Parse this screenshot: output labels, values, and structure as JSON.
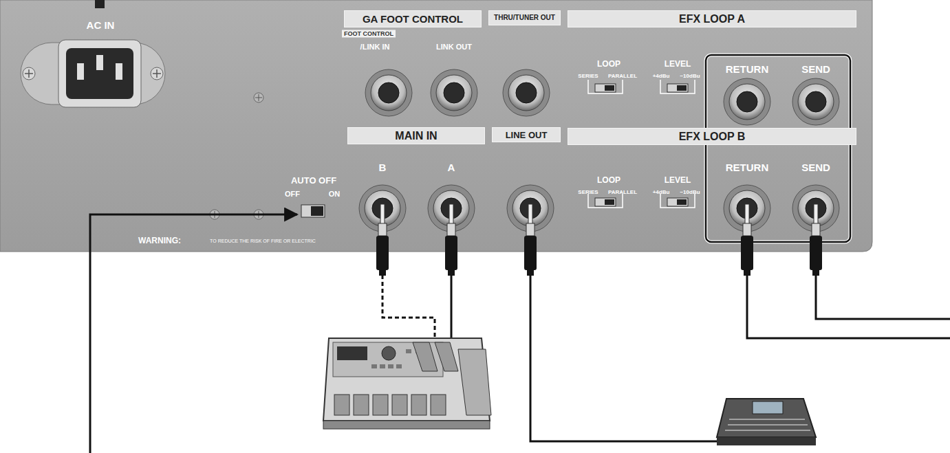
{
  "diagram": {
    "nodes": [
      {
        "text": [
          "GA FOOT CONTROL",
          "FOOT CONTROL",
          "/LINK IN",
          "LINK OUT"
        ]
      },
      {
        "text": [
          "THRU/TUNER OUT"
        ]
      },
      {
        "text": [
          "EFX LOOP A",
          "LOOP",
          "SERIES",
          "PARALLEL",
          "LEVEL",
          "+4dBu",
          "−10dBu",
          "RETURN",
          "SEND"
        ]
      },
      {
        "text": [
          "MAIN IN",
          "B",
          "A"
        ]
      },
      {
        "text": [
          "LINE OUT"
        ]
      },
      {
        "text": [
          "EFX LOOP B",
          "LOOP",
          "SERIES",
          "PARALLEL",
          "LEVEL",
          "+4dBu",
          "−10dBu",
          "RETURN",
          "SEND"
        ]
      }
    ],
    "labels": [
      "AC IN",
      "AUTO OFF",
      "OFF",
      "ON",
      "WARNING:",
      "TO REDUCE THE RISK OF FIRE OR ELECTRIC"
    ]
  }
}
